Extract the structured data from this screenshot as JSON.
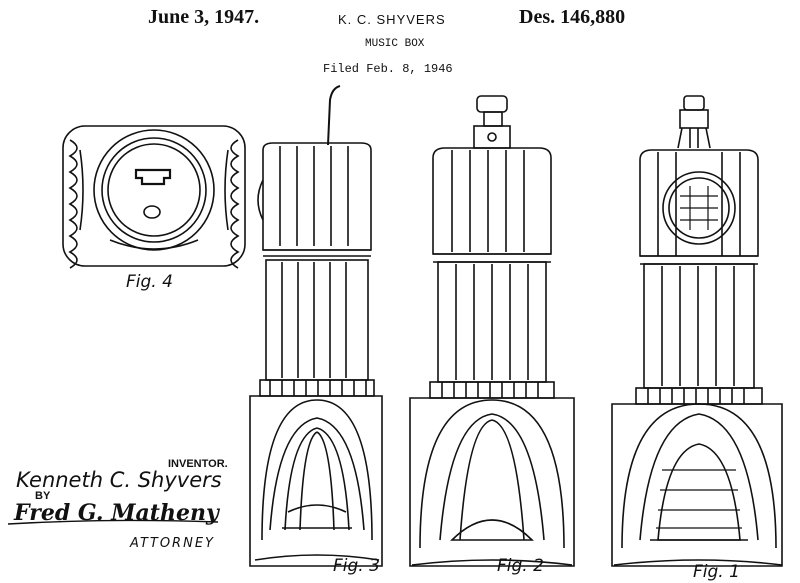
{
  "header": {
    "date": "June 3, 1947.",
    "inventor": "K. C. SHYVERS",
    "patent_number": "Des. 146,880",
    "title": "MUSIC BOX",
    "filed": "Filed Feb. 8, 1946"
  },
  "figures": {
    "fig4": "Fig. 4",
    "fig3": "Fig. 3",
    "fig2": "Fig. 2",
    "fig1": "Fig. 1"
  },
  "signature": {
    "inventor_label": "INVENTOR.",
    "inventor_name": "Kenneth C. Shyvers",
    "by_label": "BY",
    "attorney_name": "Fred G. Matheny",
    "attorney_label": "ATTORNEY"
  }
}
